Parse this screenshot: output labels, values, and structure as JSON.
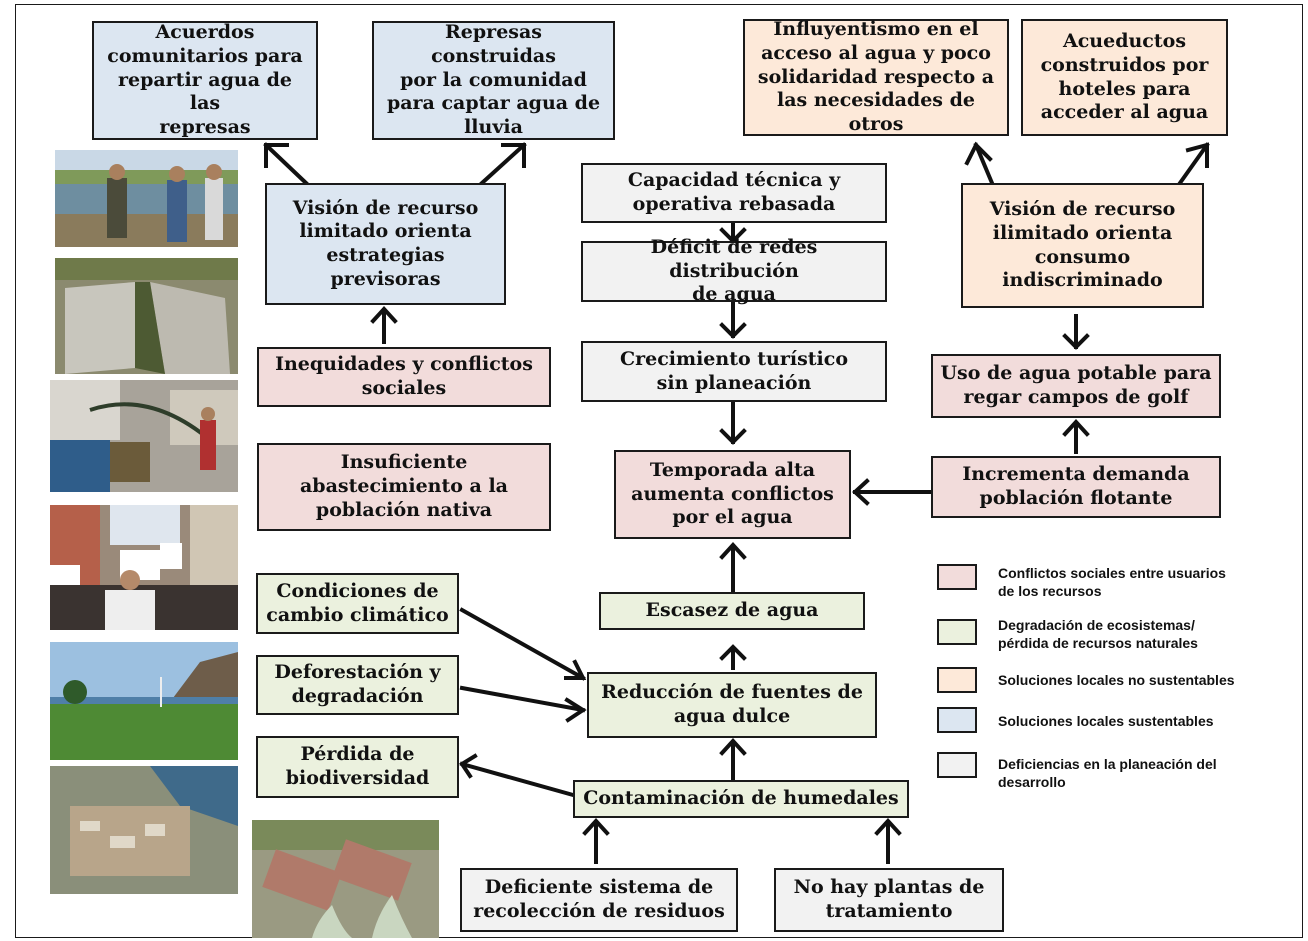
{
  "colors": {
    "conflicts": "#f2dcdb",
    "degradation": "#ebf1de",
    "unsustainable": "#fde9d9",
    "sustainable": "#dce6f1",
    "planning": "#f2f2f2"
  },
  "boxes": {
    "acuerdos": "Acuerdos\ncomunitarios para\nrepartir agua de las\nrepresas",
    "represas": "Represas construidas\npor  la comunidad\npara captar agua de\nlluvia",
    "influyentismo": "Influyentismo en el\nacceso al agua y poco\nsolidaridad respecto a\nlas necesidades de otros",
    "acueductos": "Acueductos\nconstruidos por\nhoteles para\nacceder al agua",
    "vision_limitado": "Visión de recurso\nlimitado orienta\nestrategias\nprevisoras",
    "capacidad": "Capacidad técnica  y\noperativa rebasada",
    "deficit": "Déficit de redes distribución\nde agua",
    "crecimiento": "Crecimiento turístico\nsin planeación",
    "vision_ilimitado": "Visión de recurso\nilimitado orienta\nconsumo\nindiscriminado",
    "inequidades": "Inequidades y conflictos\nsociales",
    "uso_agua": "Uso de agua potable para\nregar campos de golf",
    "insuficiente": "Insuficiente\nabastecimiento a la\npoblación nativa",
    "temporada": "Temporada alta\naumenta conflictos\npor el agua",
    "incrementa": "Incrementa demanda\npoblación flotante",
    "condiciones": "Condiciones de\ncambio climático",
    "escasez": "Escasez de agua",
    "deforestacion": "Deforestación y\ndegradación",
    "reduccion": "Reducción de fuentes de\nagua dulce",
    "perdida": "Pérdida de\nbiodiversidad",
    "contaminacion": "Contaminación de humedales",
    "deficiente": "Deficiente sistema de\nrecolección de residuos",
    "plantas": "No hay plantas de\ntratamiento"
  },
  "legend": [
    {
      "label": "Conflictos sociales entre usuarios\nde los recursos",
      "color": "#f2dcdb"
    },
    {
      "label": "Degradación de ecosistemas/\npérdida de recursos naturales",
      "color": "#ebf1de"
    },
    {
      "label": "Soluciones locales no sustentables",
      "color": "#fde9d9"
    },
    {
      "label": "Soluciones locales sustentables",
      "color": "#dce6f1"
    },
    {
      "label": "Deficiencias en la planeación del\ndesarrollo",
      "color": "#f2f2f2"
    }
  ]
}
